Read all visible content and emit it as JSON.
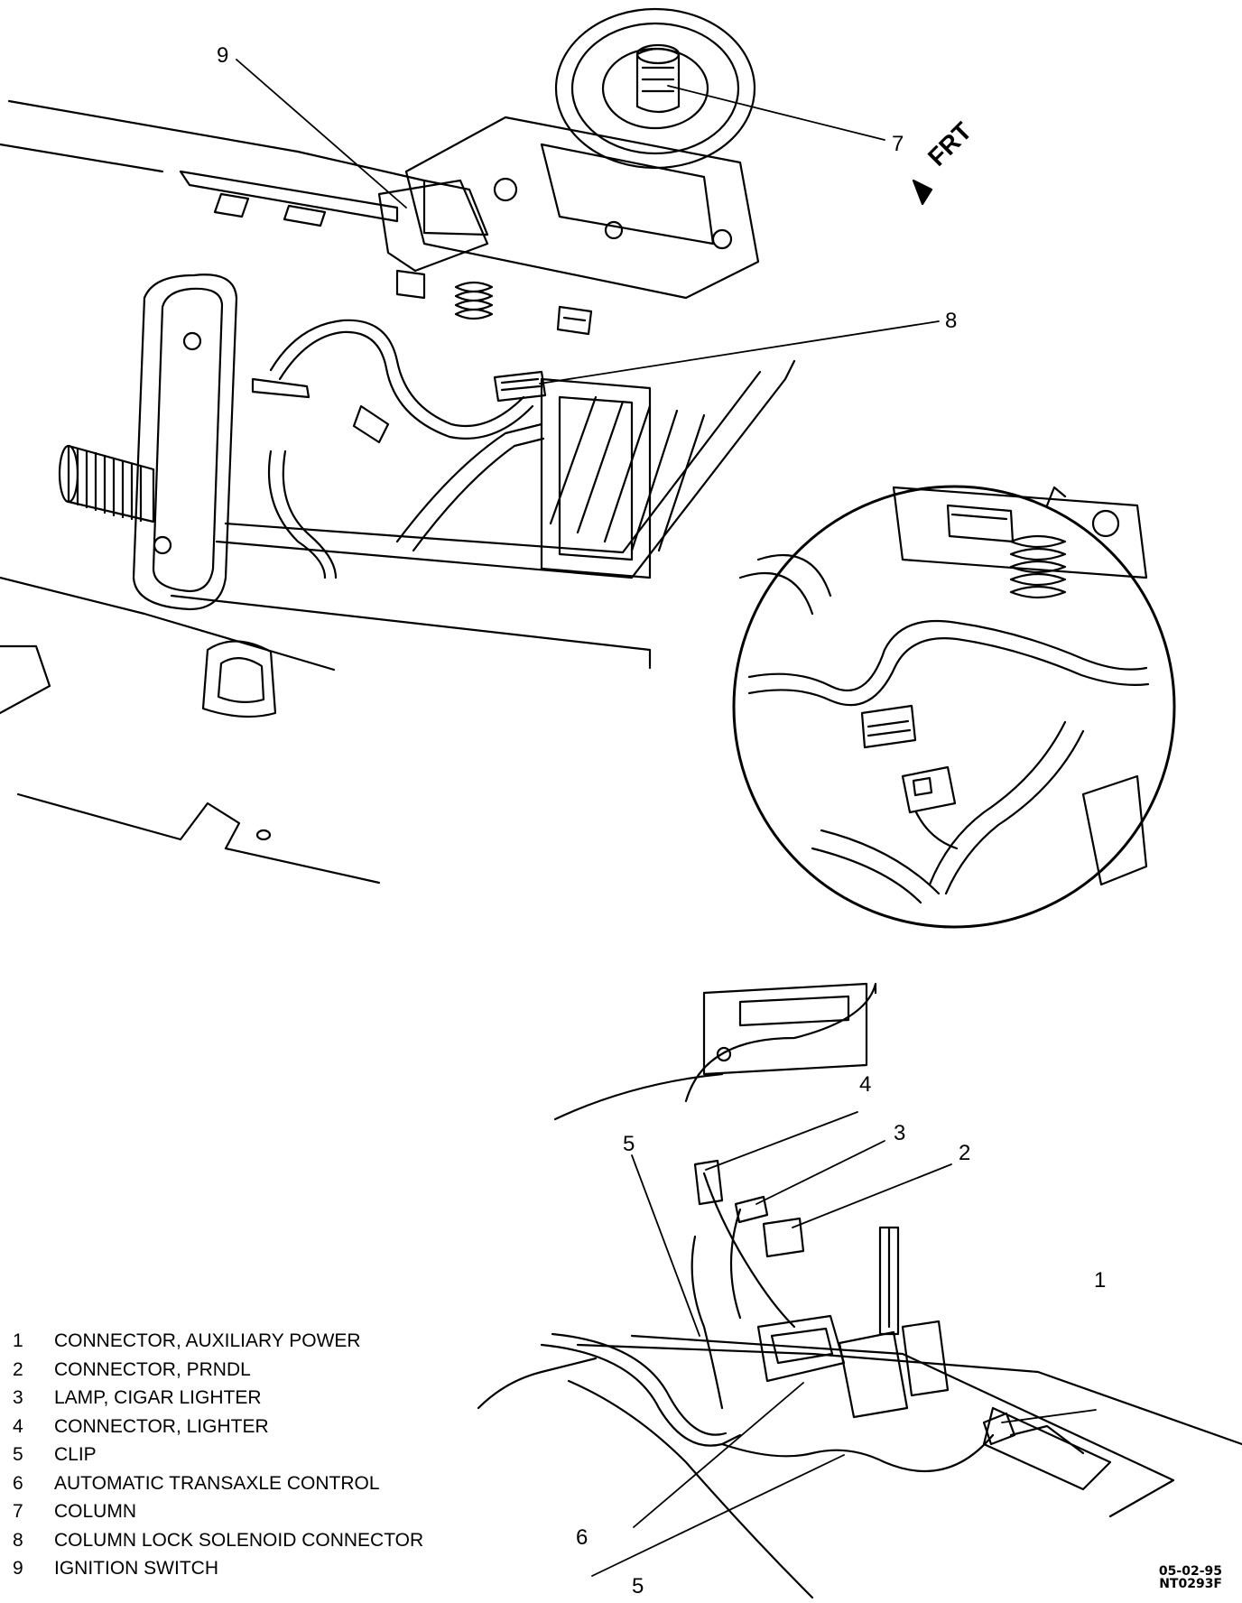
{
  "direction_marker": "FRT",
  "callouts": {
    "c9": "9",
    "c7": "7",
    "c8": "8",
    "c4": "4",
    "c3": "3",
    "c2": "2",
    "c1": "1",
    "c5a": "5",
    "c5b": "5",
    "c6": "6"
  },
  "legend": [
    {
      "num": "1",
      "text": "CONNECTOR, AUXILIARY POWER"
    },
    {
      "num": "2",
      "text": "CONNECTOR, PRNDL"
    },
    {
      "num": "3",
      "text": "LAMP, CIGAR LIGHTER"
    },
    {
      "num": "4",
      "text": "CONNECTOR, LIGHTER"
    },
    {
      "num": "5",
      "text": "CLIP"
    },
    {
      "num": "6",
      "text": "AUTOMATIC TRANSAXLE CONTROL"
    },
    {
      "num": "7",
      "text": "COLUMN"
    },
    {
      "num": "8",
      "text": "COLUMN LOCK SOLENOID CONNECTOR"
    },
    {
      "num": "9",
      "text": "IGNITION SWITCH"
    }
  ],
  "reference": {
    "date": "05-02-95",
    "code": "NT0293F"
  }
}
